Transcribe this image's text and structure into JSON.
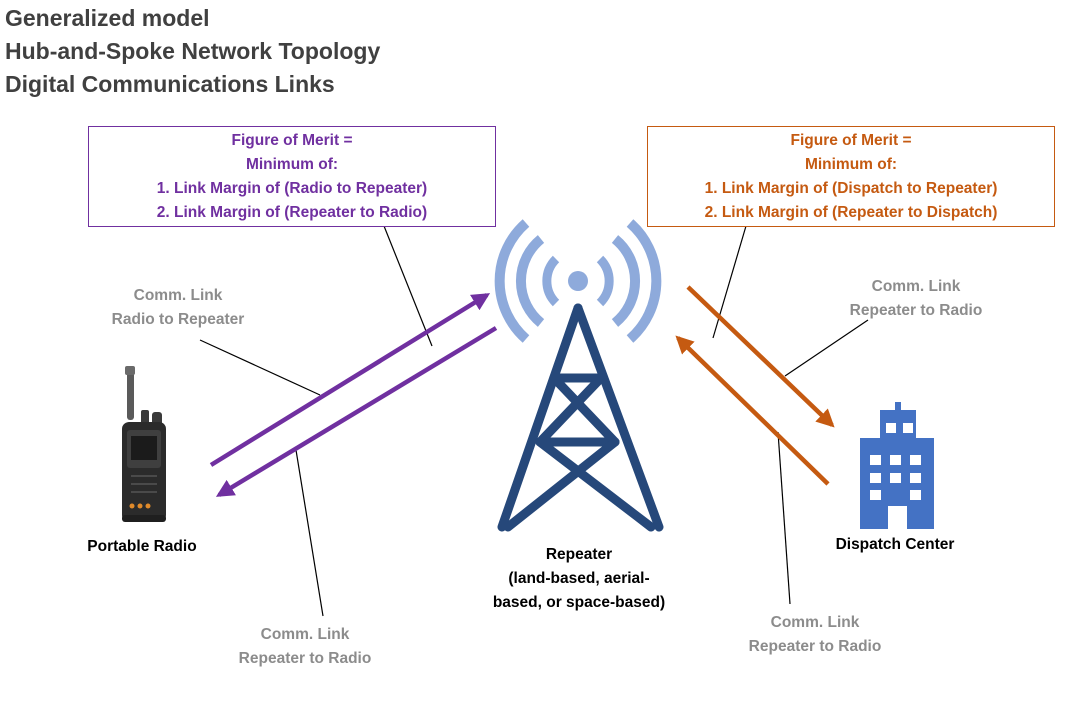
{
  "title": {
    "line1": "Generalized model",
    "line2": "Hub-and-Spoke Network Topology",
    "line3": "Digital Communications Links"
  },
  "merit_left": {
    "line1": "Figure of Merit =",
    "line2": "Minimum of:",
    "line3": "1. Link Margin of (Radio to Repeater)",
    "line4": "2. Link Margin of (Repeater to Radio)"
  },
  "merit_right": {
    "line1": "Figure of Merit =",
    "line2": "Minimum of:",
    "line3": "1. Link Margin of (Dispatch to Repeater)",
    "line4": "2. Link Margin of (Repeater to Dispatch)"
  },
  "links": {
    "radio_to_repeater": {
      "line1": "Comm. Link",
      "line2": "Radio to Repeater"
    },
    "repeater_to_radio_left": {
      "line1": "Comm. Link",
      "line2": "Repeater to Radio"
    },
    "repeater_to_radio_upper_right": {
      "line1": "Comm. Link",
      "line2": "Repeater to Radio"
    },
    "repeater_to_radio_lower_right": {
      "line1": "Comm. Link",
      "line2": "Repeater to Radio"
    }
  },
  "nodes": {
    "portable_radio": "Portable Radio",
    "repeater": {
      "line1": "Repeater",
      "line2": "(land-based, aerial-",
      "line3": "based, or space-based)"
    },
    "dispatch_center": "Dispatch Center"
  },
  "colors": {
    "left_links": "#7030a0",
    "right_links": "#c55a11",
    "tower": "#26487a",
    "signal_waves": "#8eaadb",
    "building": "#4472c4",
    "label_gray": "#8c8c8c",
    "title_gray": "#404040"
  }
}
